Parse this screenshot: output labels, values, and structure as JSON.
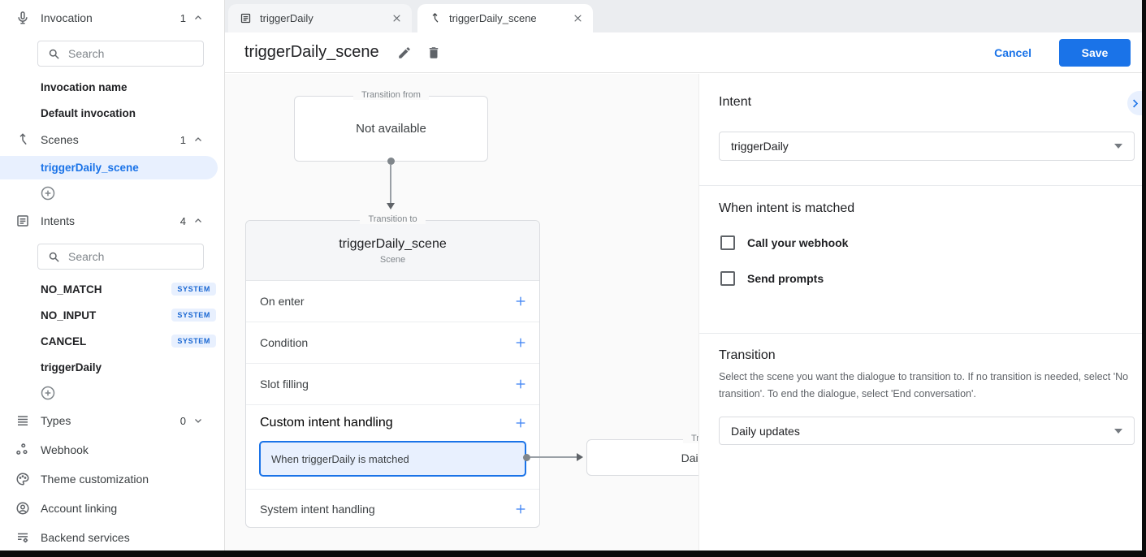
{
  "colors": {
    "accent": "#1a73e8",
    "accent_light": "#e8f0fe",
    "badge_text": "#1967d2"
  },
  "sidebar": {
    "invocation": {
      "label": "Invocation",
      "count": "1",
      "search_placeholder": "Search",
      "items": [
        "Invocation name",
        "Default invocation"
      ]
    },
    "scenes": {
      "label": "Scenes",
      "count": "1",
      "selected_item": "triggerDaily_scene"
    },
    "intents": {
      "label": "Intents",
      "count": "4",
      "search_placeholder": "Search",
      "items": [
        {
          "name": "NO_MATCH",
          "badge": "SYSTEM"
        },
        {
          "name": "NO_INPUT",
          "badge": "SYSTEM"
        },
        {
          "name": "CANCEL",
          "badge": "SYSTEM"
        },
        {
          "name": "triggerDaily"
        }
      ]
    },
    "types": {
      "label": "Types",
      "count": "0"
    },
    "links": [
      {
        "label": "Webhook"
      },
      {
        "label": "Theme customization"
      },
      {
        "label": "Account linking"
      },
      {
        "label": "Backend services"
      }
    ]
  },
  "tabs": [
    {
      "label": "triggerDaily"
    },
    {
      "label": "triggerDaily_scene"
    }
  ],
  "header": {
    "title": "triggerDaily_scene",
    "cancel": "Cancel",
    "save": "Save"
  },
  "canvas": {
    "from_box": {
      "legend": "Transition from",
      "text": "Not available"
    },
    "scene_card": {
      "legend": "Transition to",
      "title": "triggerDaily_scene",
      "subtitle": "Scene",
      "rows": [
        "On enter",
        "Condition",
        "Slot filling",
        "Custom intent handling"
      ],
      "highlight": "When triggerDaily is matched",
      "system_row": "System intent handling"
    },
    "target_box": {
      "legend": "Transition to",
      "text": "Daily updates"
    }
  },
  "panel": {
    "intent": {
      "heading": "Intent",
      "value": "triggerDaily"
    },
    "matched": {
      "heading": "When intent is matched",
      "options": [
        "Call your webhook",
        "Send prompts"
      ]
    },
    "transition": {
      "heading": "Transition",
      "description": "Select the scene you want the dialogue to transition to. If no transition is needed, select 'No transition'. To end the dialogue, select 'End conversation'.",
      "value": "Daily updates"
    }
  }
}
